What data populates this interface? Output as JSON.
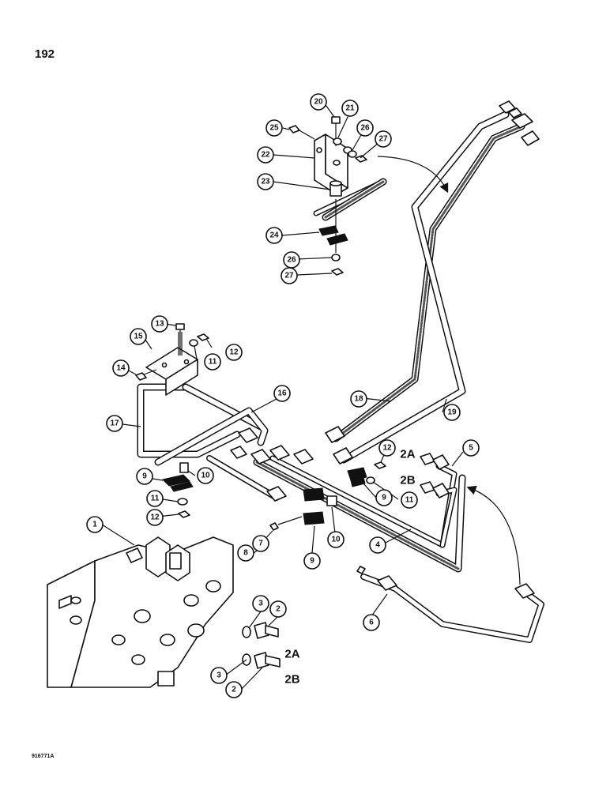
{
  "page": {
    "number": "192",
    "figure_code": "916771A"
  },
  "callouts": [
    "1",
    "2",
    "3",
    "3",
    "2",
    "4",
    "5",
    "6",
    "7",
    "8",
    "9",
    "9",
    "9",
    "10",
    "10",
    "11",
    "11",
    "11",
    "12",
    "12",
    "12",
    "13",
    "14",
    "15",
    "16",
    "17",
    "18",
    "19",
    "20",
    "21",
    "22",
    "23",
    "24",
    "25",
    "26",
    "26",
    "27",
    "27"
  ],
  "line_labels": [
    "2A",
    "2B",
    "2A",
    "2B"
  ]
}
